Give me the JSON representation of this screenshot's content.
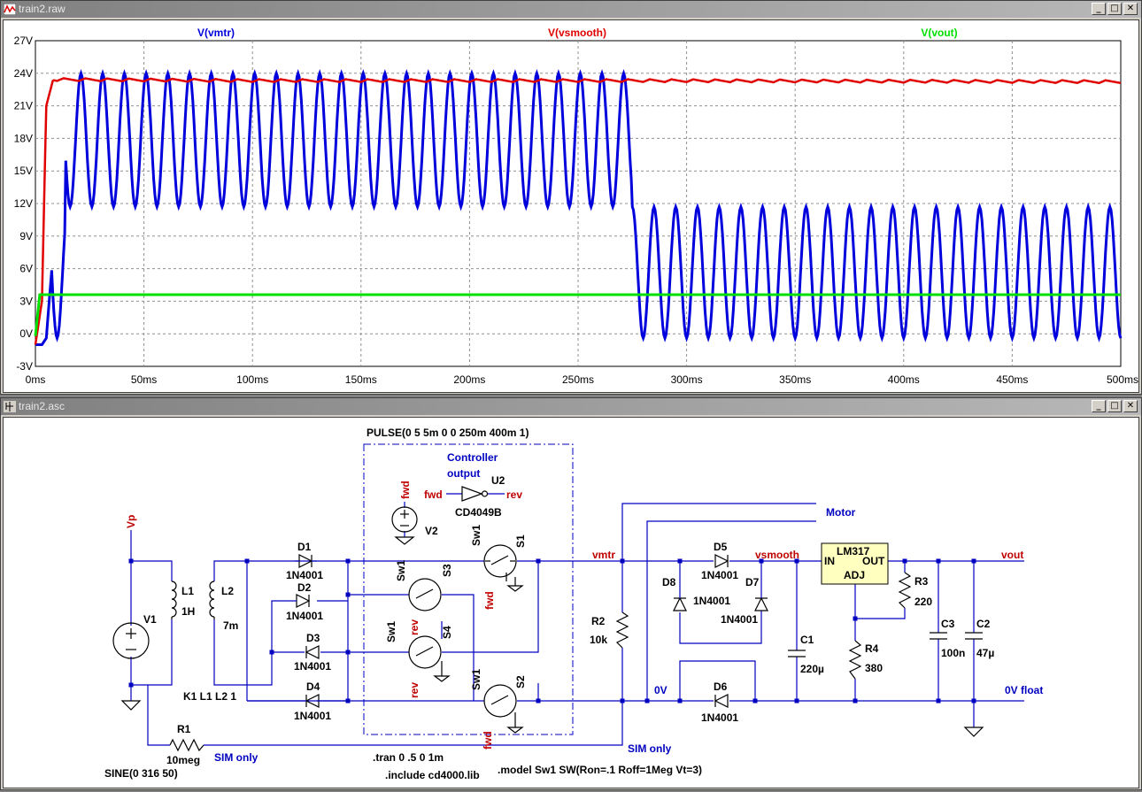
{
  "waveform_window": {
    "title": "train2.raw",
    "traces": [
      {
        "name": "V(vmtr)",
        "color": "#0000dd"
      },
      {
        "name": "V(vsmooth)",
        "color": "#e00000"
      },
      {
        "name": "V(vout)",
        "color": "#00e000"
      }
    ],
    "y_ticks": [
      "27V",
      "24V",
      "21V",
      "18V",
      "15V",
      "12V",
      "9V",
      "6V",
      "3V",
      "0V",
      "-3V"
    ],
    "x_ticks": [
      "0ms",
      "50ms",
      "100ms",
      "150ms",
      "200ms",
      "250ms",
      "300ms",
      "350ms",
      "400ms",
      "450ms",
      "500ms"
    ]
  },
  "chart_data": {
    "type": "line",
    "xlabel": "",
    "ylabel": "",
    "xlim": [
      0,
      500
    ],
    "ylim": [
      -3,
      27
    ],
    "grid": true,
    "legend": "top",
    "series": [
      {
        "name": "V(vmtr)",
        "description_values": {
          "phase1_range_ms": [
            0,
            275
          ],
          "phase1_min": 11.7,
          "phase1_max": 24.0,
          "phase2_range_ms": [
            275,
            500
          ],
          "phase2_min": -0.4,
          "phase2_max": 11.7,
          "period_ms": 10
        }
      },
      {
        "name": "V(vsmooth)",
        "values_ms": [
          [
            0,
            -1
          ],
          [
            3,
            3
          ],
          [
            5,
            21
          ],
          [
            8,
            23.3
          ],
          [
            100,
            23.2
          ],
          [
            275,
            23.2
          ],
          [
            500,
            23.1
          ]
        ]
      },
      {
        "name": "V(vout)",
        "values_ms": [
          [
            0,
            -0.2
          ],
          [
            2,
            3.6
          ],
          [
            500,
            3.6
          ]
        ]
      }
    ]
  },
  "schematic_window": {
    "title": "train2.asc",
    "labels": {
      "pulse": "PULSE(0 5 5m 0 0 250m 400m 1)",
      "controller1": "Controller",
      "controller2": "output",
      "u2": "U2",
      "fwd_in": "fwd",
      "rev_out": "rev",
      "cd4049b": "CD4049B",
      "fwd_v2": "fwd",
      "v2": "V2",
      "vp": "Vp",
      "l1": "L1",
      "l1v": "1H",
      "l2": "L2",
      "l2v": "7m",
      "v1": "V1",
      "k1": "K1 L1 L2 1",
      "d1": "D1",
      "d1v": "1N4001",
      "d2": "D2",
      "d2v": "1N4001",
      "d3": "D3",
      "d3v": "1N4001",
      "d4": "D4",
      "d4v": "1N4001",
      "sw1a": "Sw1",
      "s1": "S1",
      "fwd_s1": "fwd",
      "sw1b": "Sw1",
      "s3": "S3",
      "rev_s3": "rev",
      "sw1c": "Sw1",
      "s4": "S4",
      "rev_s4": "rev",
      "sw1d": "Sw1",
      "s2": "S2",
      "fwd_s2": "fwd",
      "vmtr": "vmtr",
      "motor": "Motor",
      "r2": "R2",
      "r2v": "10k",
      "zero_v": "0V",
      "d8": "D8",
      "d8v": "1N4001",
      "d5": "D5",
      "d5v": "1N4001",
      "d7": "D7",
      "d7v": "1N4001",
      "d6": "D6",
      "d6v": "1N4001",
      "vsmooth": "vsmooth",
      "c1": "C1",
      "c1v": "220µ",
      "lm317": "LM317",
      "in": "IN",
      "out": "OUT",
      "adj": "ADJ",
      "r3": "R3",
      "r3v": "220",
      "r4": "R4",
      "r4v": "380",
      "c3": "C3",
      "c3v": "100n",
      "c2": "C2",
      "c2v": "47µ",
      "vout": "vout",
      "zero_v_float": "0V float",
      "r1": "R1",
      "r1v": "10meg",
      "sim_only1": "SIM only",
      "sim_only2": "SIM only",
      "sine": "SINE(0 316 50)",
      "tran": ".tran 0 .5 0 1m",
      "include": ".include cd4000.lib",
      "model": ".model Sw1 SW(Ron=.1 Roff=1Meg Vt=3)"
    }
  },
  "window_buttons": {
    "minimize": "_",
    "maximize": "□",
    "close": "✕"
  }
}
